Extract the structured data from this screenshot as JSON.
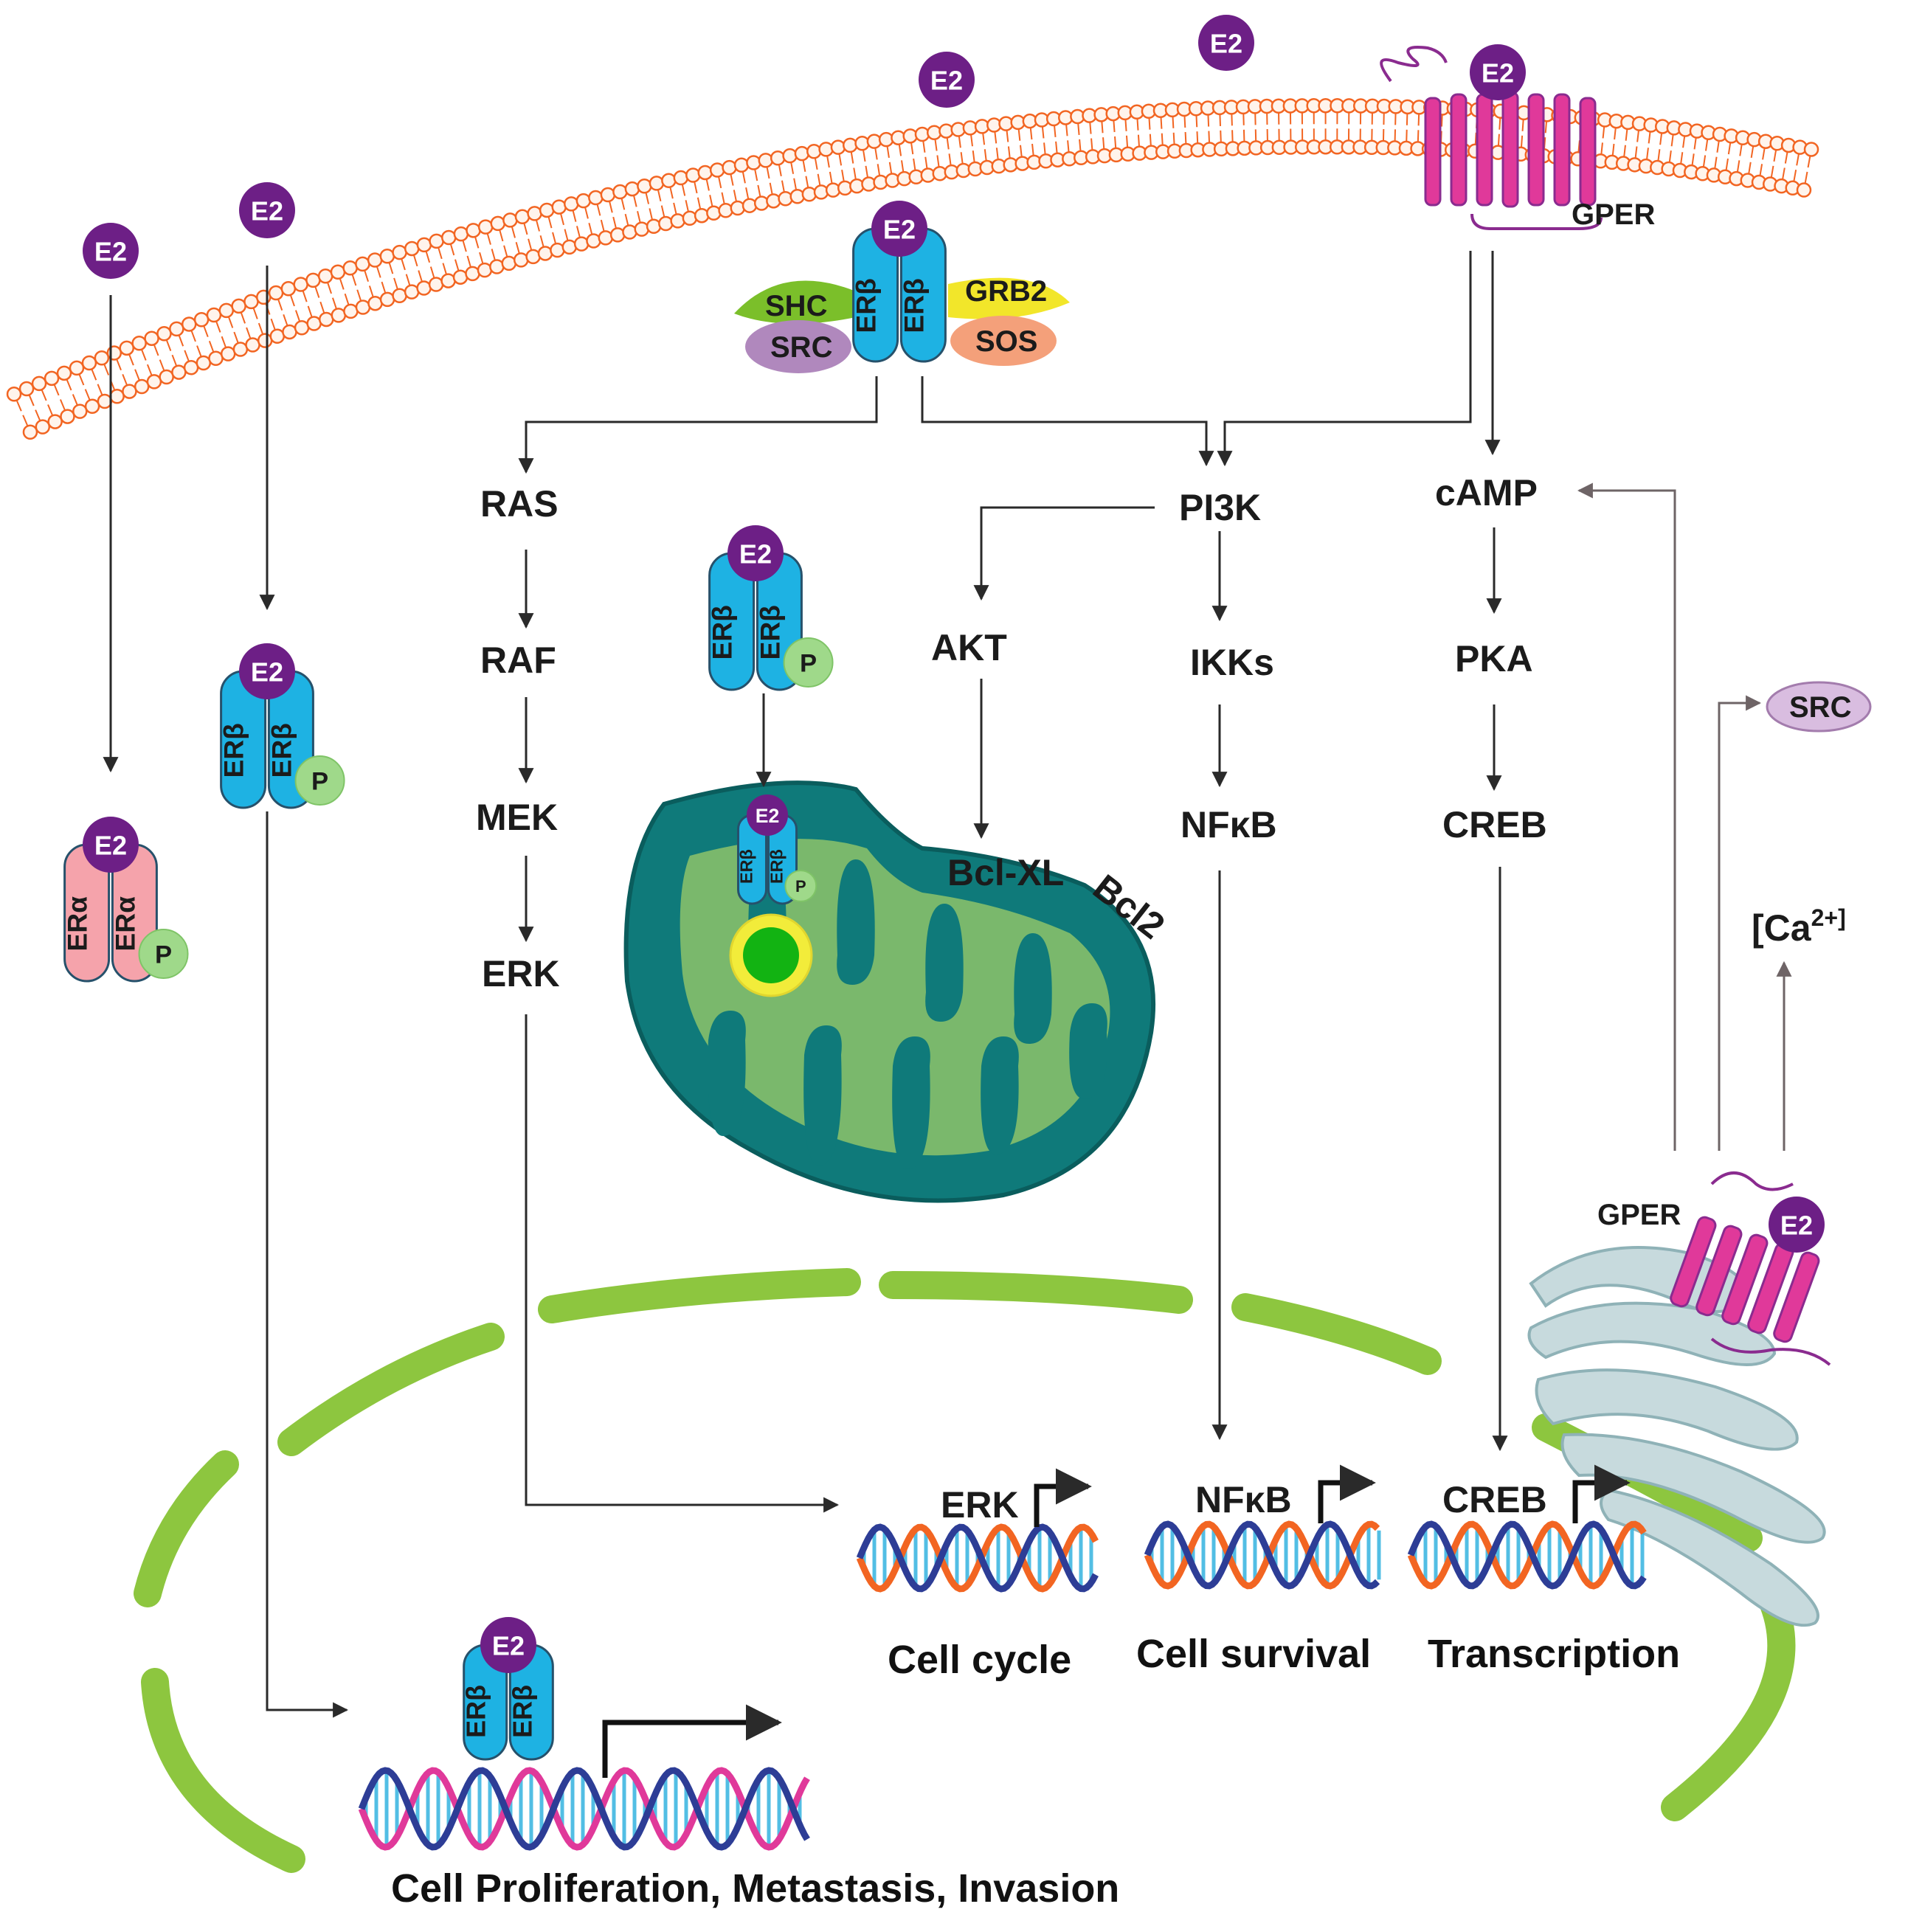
{
  "ligand": {
    "label": "E2",
    "color": "#6d1f86"
  },
  "receptors": {
    "er_beta": "ERβ",
    "er_alpha": "ERα",
    "phospho": "P",
    "gper_membrane": "GPER",
    "gper_er": "GPER"
  },
  "adaptors": {
    "shc": "SHC",
    "src": "SRC",
    "grb2": "GRB2",
    "sos": "SOS"
  },
  "pathway": {
    "ras": "RAS",
    "raf": "RAF",
    "mek": "MEK",
    "erk": "ERK",
    "pi3k": "PI3K",
    "akt": "AKT",
    "bcl_xl": "Bcl-XL",
    "bcl2": "Bcl2",
    "ikks": "IKKs",
    "nfkb": "NFκB",
    "camp": "cAMP",
    "pka": "PKA",
    "creb": "CREB",
    "src_right": "SRC",
    "calcium": "[Ca",
    "calcium_sup": "2+]"
  },
  "genes": {
    "erk": "ERK",
    "nfkb": "NFκB",
    "creb": "CREB"
  },
  "outcomes": {
    "cell_cycle": "Cell cycle",
    "cell_survival": "Cell survival",
    "transcription": "Transcription",
    "proliferation": "Cell Proliferation, Metastasis, Invasion"
  },
  "colors": {
    "membrane": "#f26522",
    "er_beta": "#1eb2e3",
    "er_alpha": "#f5a3ab",
    "phospho": "#9fd98a",
    "gper": "#e0399a",
    "mito_outer": "#0f7a7a",
    "mito_inner": "#7ab86c",
    "nuclear_envelope": "#8dc63f",
    "er_organelle": "#b9d3d6",
    "dna_a": "#f26522",
    "dna_b": "#2d3d96",
    "dna_c": "#e0399a"
  }
}
